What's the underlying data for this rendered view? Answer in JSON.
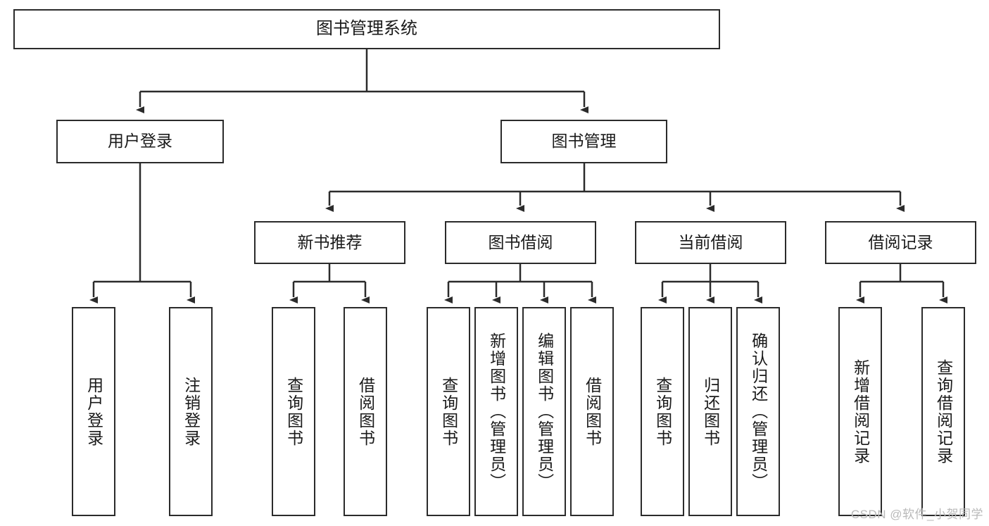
{
  "diagram": {
    "title": "图书管理系统",
    "type": "tree-hierarchy",
    "orientation": "top-down",
    "line_color": "#2b2b2b",
    "box_fill": "#ffffff",
    "text_color": "#1a1a1a",
    "root": {
      "label": "图书管理系统"
    },
    "level2": [
      {
        "label": "用户登录"
      },
      {
        "label": "图书管理"
      }
    ],
    "level3": [
      {
        "label": "新书推荐"
      },
      {
        "label": "图书借阅"
      },
      {
        "label": "当前借阅"
      },
      {
        "label": "借阅记录"
      }
    ],
    "leaves": [
      {
        "label": "用户登录",
        "parent": "用户登录"
      },
      {
        "label": "注销登录",
        "parent": "用户登录"
      },
      {
        "label": "查询图书",
        "parent": "新书推荐"
      },
      {
        "label": "借阅图书",
        "parent": "新书推荐"
      },
      {
        "label": "查询图书",
        "parent": "图书借阅"
      },
      {
        "label": "新增图书（管理员）",
        "parent": "图书借阅"
      },
      {
        "label": "编辑图书（管理员）",
        "parent": "图书借阅"
      },
      {
        "label": "借阅图书",
        "parent": "图书借阅"
      },
      {
        "label": "查询图书",
        "parent": "当前借阅"
      },
      {
        "label": "归还图书",
        "parent": "当前借阅"
      },
      {
        "label": "确认归还（管理员）",
        "parent": "当前借阅"
      },
      {
        "label": "新增借阅记录",
        "parent": "借阅记录"
      },
      {
        "label": "查询借阅记录",
        "parent": "借阅记录"
      }
    ]
  },
  "watermark": {
    "text": "CSDN @软件_小贺同学"
  }
}
